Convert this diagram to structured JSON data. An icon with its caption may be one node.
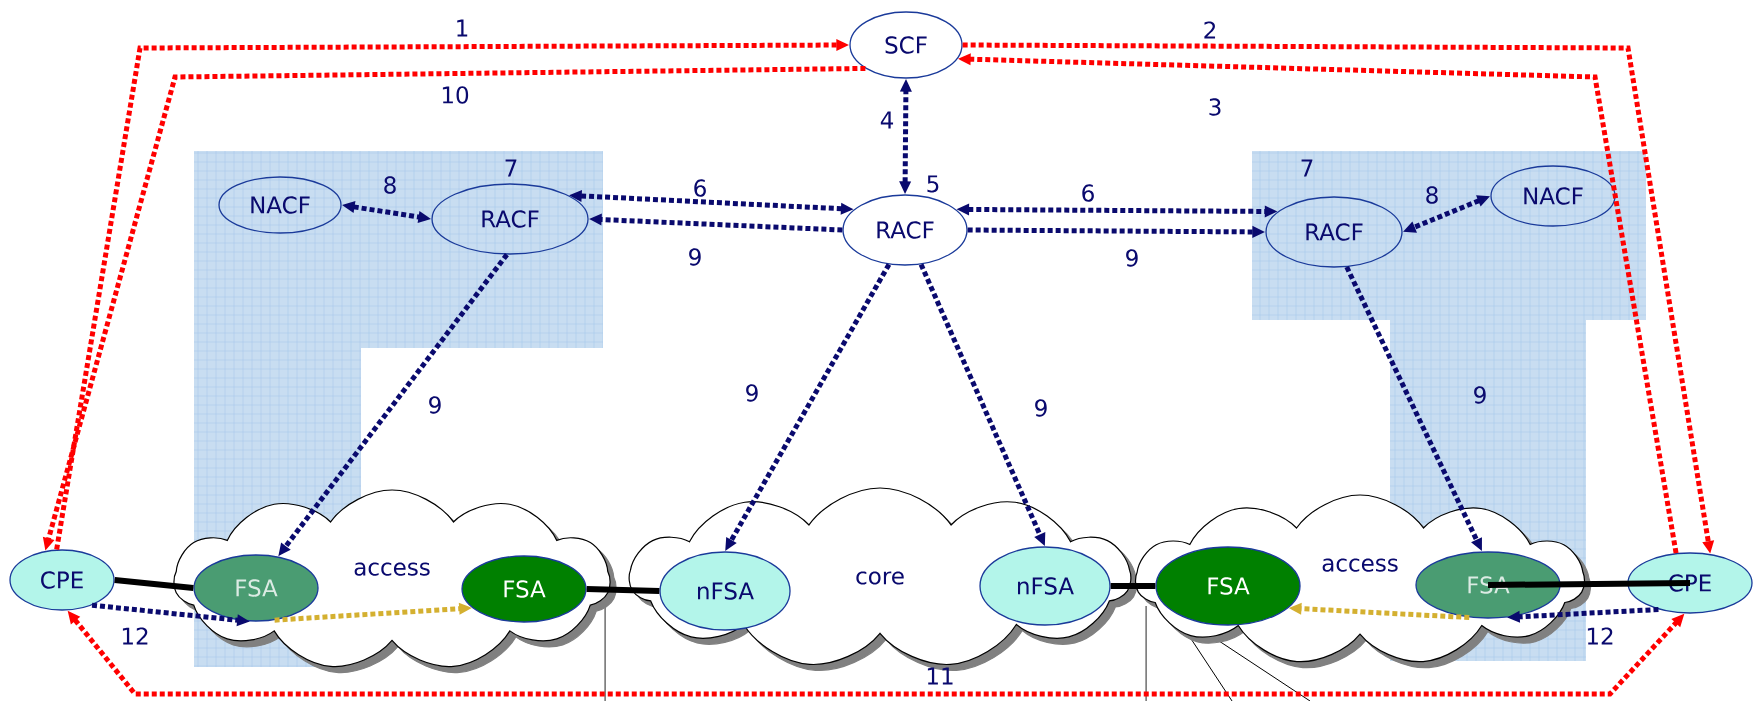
{
  "diagram": {
    "nodes": [
      {
        "text": [
          "SCF"
        ]
      },
      {
        "text": [
          "NACF"
        ]
      },
      {
        "text": [
          "RACF"
        ],
        "beside": [
          "7"
        ]
      },
      {
        "text": [
          "RACF"
        ],
        "beside": [
          "5"
        ]
      },
      {
        "text": [
          "RACF"
        ],
        "beside": [
          "7"
        ]
      },
      {
        "text": [
          "NACF"
        ]
      },
      {
        "text": [
          "access"
        ]
      },
      {
        "text": [
          "core"
        ]
      },
      {
        "text": [
          "access"
        ]
      },
      {
        "text": [
          "CPE"
        ]
      },
      {
        "text": [
          "FSA"
        ],
        "in": 6
      },
      {
        "text": [
          "FSA"
        ],
        "in": 6
      },
      {
        "text": [
          "nFSA"
        ],
        "in": 7
      },
      {
        "text": [
          "nFSA"
        ],
        "in": 7
      },
      {
        "text": [
          "FSA"
        ],
        "in": 8
      },
      {
        "text": [
          "FSA"
        ],
        "in": 8
      },
      {
        "text": [
          "CPE"
        ]
      }
    ],
    "edges": [
      {
        "from": 9,
        "to": 0,
        "arrow": "to",
        "label": "1",
        "style": "dashed",
        "color": "#ff0000"
      },
      {
        "from": 0,
        "to": 16,
        "arrow": "to",
        "label": "2",
        "style": "dashed",
        "color": "#ff0000"
      },
      {
        "from": 16,
        "to": 0,
        "arrow": "to",
        "label": "3",
        "style": "dashed",
        "color": "#ff0000"
      },
      {
        "from": 3,
        "to": 0,
        "arrow": "both",
        "label": "4",
        "style": "dashed"
      },
      {
        "from": 3,
        "to": 2,
        "arrow": "both",
        "label": "6",
        "style": "dashed"
      },
      {
        "from": 3,
        "to": 4,
        "arrow": "both",
        "label": "6",
        "style": "dashed"
      },
      {
        "from": 3,
        "to": 2,
        "arrow": "to",
        "label": "9",
        "style": "dashed"
      },
      {
        "from": 3,
        "to": 4,
        "arrow": "to",
        "label": "9",
        "style": "dashed"
      },
      {
        "from": 1,
        "to": 2,
        "arrow": "both",
        "label": "8",
        "style": "dashed"
      },
      {
        "from": 5,
        "to": 4,
        "arrow": "both",
        "label": "8",
        "style": "dashed"
      },
      {
        "from": 2,
        "to": 10,
        "arrow": "to",
        "label": "9",
        "style": "dashed"
      },
      {
        "from": 3,
        "to": 12,
        "arrow": "to",
        "label": "9",
        "style": "dashed"
      },
      {
        "from": 3,
        "to": 13,
        "arrow": "to",
        "label": "9",
        "style": "dashed"
      },
      {
        "from": 4,
        "to": 15,
        "arrow": "to",
        "label": "9",
        "style": "dashed"
      },
      {
        "from": 9,
        "to": 10,
        "arrow": "to",
        "label": "12",
        "style": "dashed"
      },
      {
        "from": 10,
        "to": 11,
        "arrow": "to",
        "style": "dashed",
        "color": "#d4b030"
      },
      {
        "from": 16,
        "to": 15,
        "arrow": "to",
        "label": "12",
        "style": "dashed"
      },
      {
        "from": 15,
        "to": 14,
        "arrow": "to",
        "style": "dashed",
        "color": "#d4b030"
      },
      {
        "from": 0,
        "to": 9,
        "arrow": "to",
        "label": "10",
        "style": "dashed",
        "color": "#ff0000"
      },
      {
        "from": 9,
        "to": 16,
        "arrow": "both",
        "label": "11",
        "style": "dashed",
        "color": "#ff0000"
      },
      {
        "from": 9,
        "to": 10,
        "arrow": "none",
        "color": "#000000"
      },
      {
        "from": 11,
        "to": 12,
        "arrow": "none",
        "color": "#000000"
      },
      {
        "from": 13,
        "to": 14,
        "arrow": "none",
        "color": "#000000"
      },
      {
        "from": 15,
        "to": 16,
        "arrow": "none",
        "color": "#000000"
      }
    ]
  }
}
